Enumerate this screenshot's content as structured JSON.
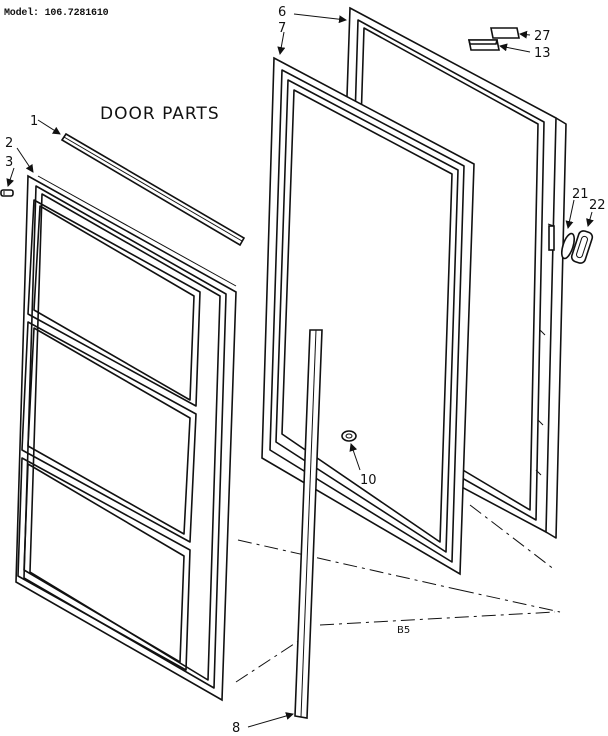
{
  "header": {
    "model_label": "Model: 106.7281610",
    "title": "DOOR PARTS",
    "page_code": "B5"
  },
  "callouts": {
    "c1": "1",
    "c2": "2",
    "c3": "3",
    "c6": "6",
    "c7": "7",
    "c8": "8",
    "c10": "10",
    "c13": "13",
    "c21": "21",
    "c22": "22",
    "c27": "27"
  }
}
